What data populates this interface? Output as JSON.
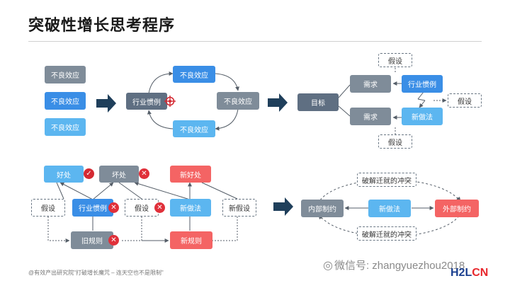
{
  "title": "突破性增长思考程序",
  "footnote": "@有效产出研究院\"打破增长魔咒 – 连天空也不是限制\"",
  "watermark": {
    "text": "微信号: zhangyuezhou2018",
    "icon": "wechat-icon"
  },
  "logo": {
    "main": "H2L",
    "suffix": "CN"
  },
  "panel1": {
    "left_stack": [
      "不良效应",
      "不良效应",
      "不良效应"
    ],
    "center": "行业惯例",
    "cycle": {
      "top": "不良效应",
      "right": "不良效应",
      "bottom": "不良效应"
    },
    "target_icon": "crosshair-icon"
  },
  "panel2": {
    "goal": "目标",
    "need_top": "需求",
    "need_bottom": "需求",
    "industry": "行业惯例",
    "new_method": "新做法",
    "assumption_top": "假设",
    "assumption_right": "假设",
    "assumption_bottom": "假设"
  },
  "panel3": {
    "benefit": "好处",
    "harm": "坏处",
    "new_benefit": "新好处",
    "assumption_left": "假设",
    "industry": "行业惯例",
    "assumption_mid": "假设",
    "new_method": "新做法",
    "new_assumption": "新假设",
    "old_rule": "旧规则",
    "new_rule": "新规则"
  },
  "panel4": {
    "internal": "内部制约",
    "new_method": "新做法",
    "external": "外部制约",
    "top_label": "破解迁就的冲突",
    "bottom_label": "破解迁就的冲突"
  },
  "colors": {
    "blue": "#3a8ee6",
    "light_blue": "#5cb6f0",
    "gray": "#7f8c99",
    "navy": "#5f6f82",
    "red": "#f46464",
    "arrow": "#1f3f5b"
  }
}
